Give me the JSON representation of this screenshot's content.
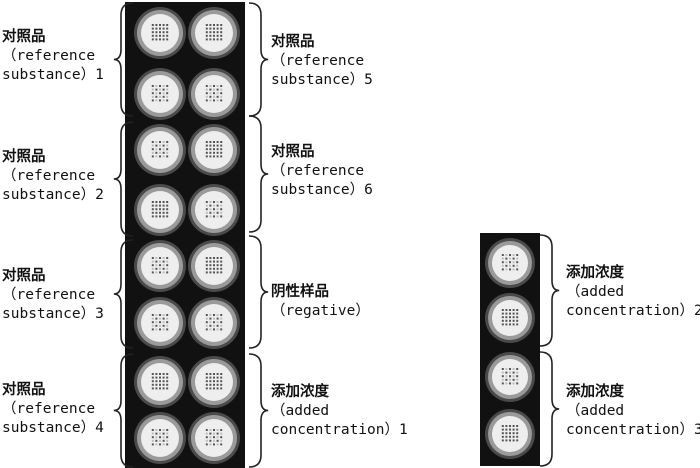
{
  "colors": {
    "frame": "#111111",
    "well_ring_outer": "#4a4a4a",
    "well_ring_inner": "#9a9a9a",
    "well_face": "#eeeeee",
    "dot_dark": "#555555",
    "dot_light": "#bdbdbd",
    "brace": "#222222"
  },
  "labels": {
    "ref1": [
      "对照品",
      "（reference",
      "substance）1"
    ],
    "ref2": [
      "对照品",
      "（reference",
      "substance）2"
    ],
    "ref3": [
      "对照品",
      "（reference",
      "substance）3"
    ],
    "ref4": [
      "对照品",
      "（reference",
      "substance）4"
    ],
    "ref5": [
      "对照品",
      "（reference",
      "substance）5"
    ],
    "ref6": [
      "对照品",
      "（reference",
      "substance）6"
    ],
    "negative": [
      "阴性样品",
      "（regative）"
    ],
    "added1": [
      "添加浓度",
      "（added",
      "concentration）1"
    ],
    "added2": [
      "添加浓度",
      "（added",
      "concentration）2"
    ],
    "added3": [
      "添加浓度",
      "（added",
      "concentration）3"
    ]
  }
}
